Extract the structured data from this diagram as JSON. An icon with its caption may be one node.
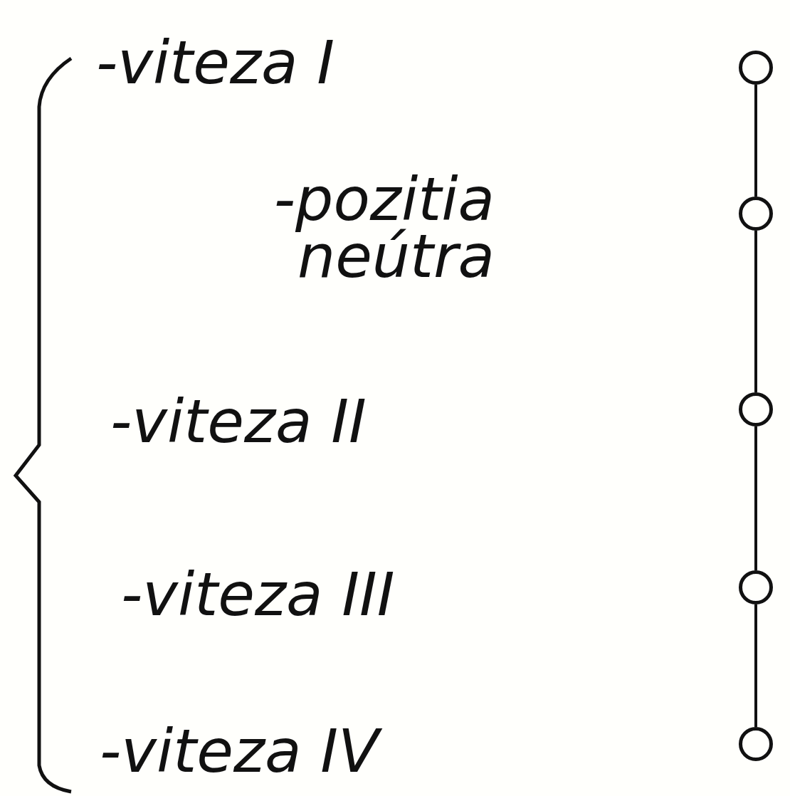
{
  "diagram": {
    "nodes": [
      {
        "text": [],
        "shape": "circle"
      },
      {
        "text": [],
        "shape": "circle"
      },
      {
        "text": [],
        "shape": "circle"
      },
      {
        "text": [],
        "shape": "circle"
      },
      {
        "text": [],
        "shape": "circle"
      }
    ],
    "edges": [
      {
        "from": 0,
        "to": 1,
        "arrow": "none"
      },
      {
        "from": 1,
        "to": 2,
        "arrow": "none"
      },
      {
        "from": 2,
        "to": 3,
        "arrow": "none"
      },
      {
        "from": 3,
        "to": 4,
        "arrow": "none"
      }
    ],
    "labels": [
      "-viteza I",
      "-pozitia neútra",
      "-viteza II",
      "-viteza III",
      "-viteza IV"
    ]
  }
}
